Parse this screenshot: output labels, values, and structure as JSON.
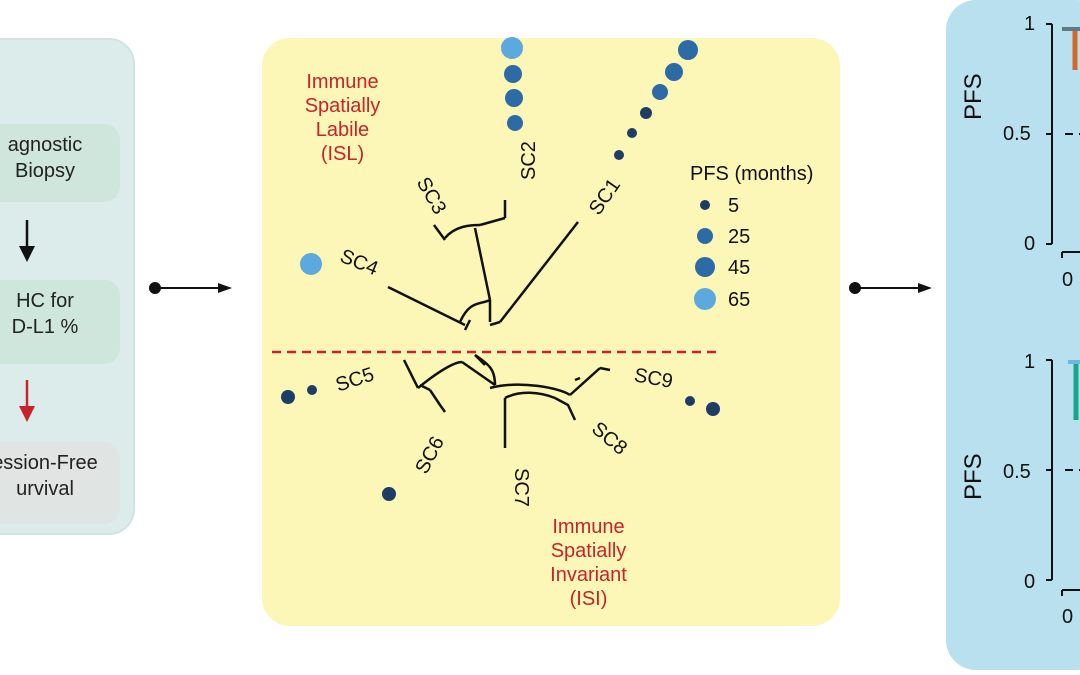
{
  "workflow": {
    "steps": [
      {
        "line1": "agnostic",
        "line2": "Biopsy"
      },
      {
        "line1": "HC for",
        "line2": "D-L1 %"
      },
      {
        "line1": "ession-Free",
        "line2": "urvival"
      }
    ]
  },
  "tree": {
    "top_group": {
      "line1": "Immune",
      "line2": "Spatially",
      "line3": "Labile",
      "line4": "(ISL)"
    },
    "bottom_group": {
      "line1": "Immune",
      "line2": "Spatially",
      "line3": "Invariant",
      "line4": "(ISI)"
    },
    "clusters": [
      "SC1",
      "SC2",
      "SC3",
      "SC4",
      "SC5",
      "SC6",
      "SC7",
      "SC8",
      "SC9"
    ],
    "legend": {
      "title": "PFS (months)",
      "sizes": [
        "5",
        "25",
        "45",
        "65"
      ]
    },
    "colors": {
      "dot_dark": "#1d3d66",
      "dot_mid": "#2d6ba6",
      "dot_light": "#5ba9df",
      "divider": "#c8232b"
    }
  },
  "plots": {
    "ylabel": "PFS",
    "ticks": [
      "1",
      "0.5",
      "0"
    ],
    "x_first_tick": "0"
  }
}
